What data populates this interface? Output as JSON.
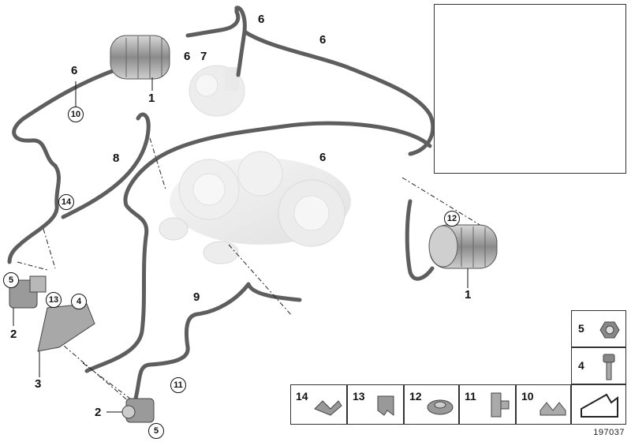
{
  "diagram": {
    "callouts": [
      "6",
      "6",
      "7",
      "6",
      "1",
      "6",
      "10",
      "8",
      "14",
      "6",
      "5",
      "13",
      "4",
      "2",
      "3",
      "12",
      "1",
      "9",
      "11",
      "2",
      "5"
    ],
    "legend": [
      "14",
      "13",
      "12",
      "11",
      "10"
    ],
    "side_legend": [
      "5",
      "4"
    ],
    "catalog_number": "197037"
  },
  "colors": {
    "hose": "#5a5a5a",
    "part_gray": "#9a9a9a",
    "highlight_yellow": "#e8e020"
  }
}
